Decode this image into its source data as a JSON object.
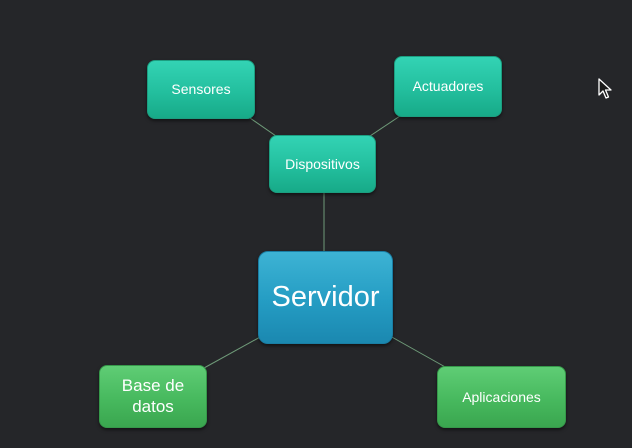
{
  "diagram": {
    "nodes": {
      "sensores": "Sensores",
      "actuadores": "Actuadores",
      "dispositivos": "Dispositivos",
      "servidor": "Servidor",
      "base_datos_line1": "Base de",
      "base_datos_line2": "datos",
      "aplicaciones": "Aplicaciones"
    },
    "edges": [
      {
        "from": "Sensores",
        "to": "Dispositivos"
      },
      {
        "from": "Actuadores",
        "to": "Dispositivos"
      },
      {
        "from": "Dispositivos",
        "to": "Servidor"
      },
      {
        "from": "Servidor",
        "to": "Base de datos"
      },
      {
        "from": "Servidor",
        "to": "Aplicaciones"
      }
    ]
  },
  "colors": {
    "background": "#252629",
    "teal_node": "#23bf9e",
    "blue_node": "#249cc3",
    "green_node": "#47b95e",
    "connector": "#6f9b79"
  },
  "cursor_icon": "mouse-pointer-icon"
}
